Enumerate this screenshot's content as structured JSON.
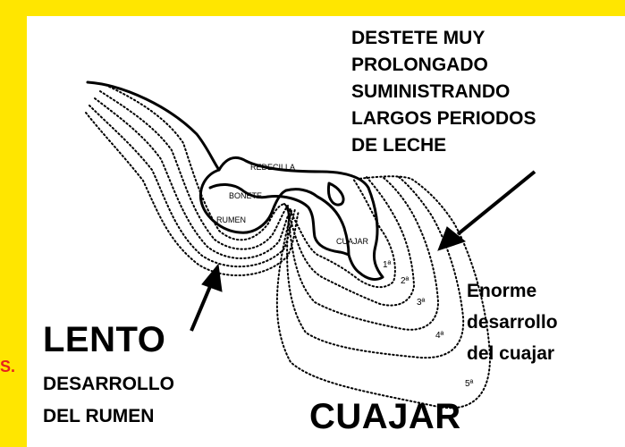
{
  "colors": {
    "background": "#ffe600",
    "panel": "#ffffff",
    "side_text": "#e8231b",
    "ink": "#000000"
  },
  "side_text": "S.",
  "title_lines": [
    "DESTETE MUY",
    "PROLONGADO",
    "SUMINISTRANDO",
    "LARGOS PERIODOS",
    "DE LECHE"
  ],
  "organs": {
    "redecilla": "REDECILLA",
    "bonete": "BONETE",
    "rumen": "RUMEN",
    "cuajar": "CUAJAR"
  },
  "stages": [
    "1ª",
    "2ª",
    "3ª",
    "4ª",
    "5ª"
  ],
  "left_caption": {
    "main": "LENTO",
    "lines": [
      "DESARROLLO",
      "DEL RUMEN"
    ]
  },
  "right_caption": [
    "Enorme",
    "desarrollo",
    "del cuajar"
  ],
  "bottom_caption": "CUAJAR"
}
